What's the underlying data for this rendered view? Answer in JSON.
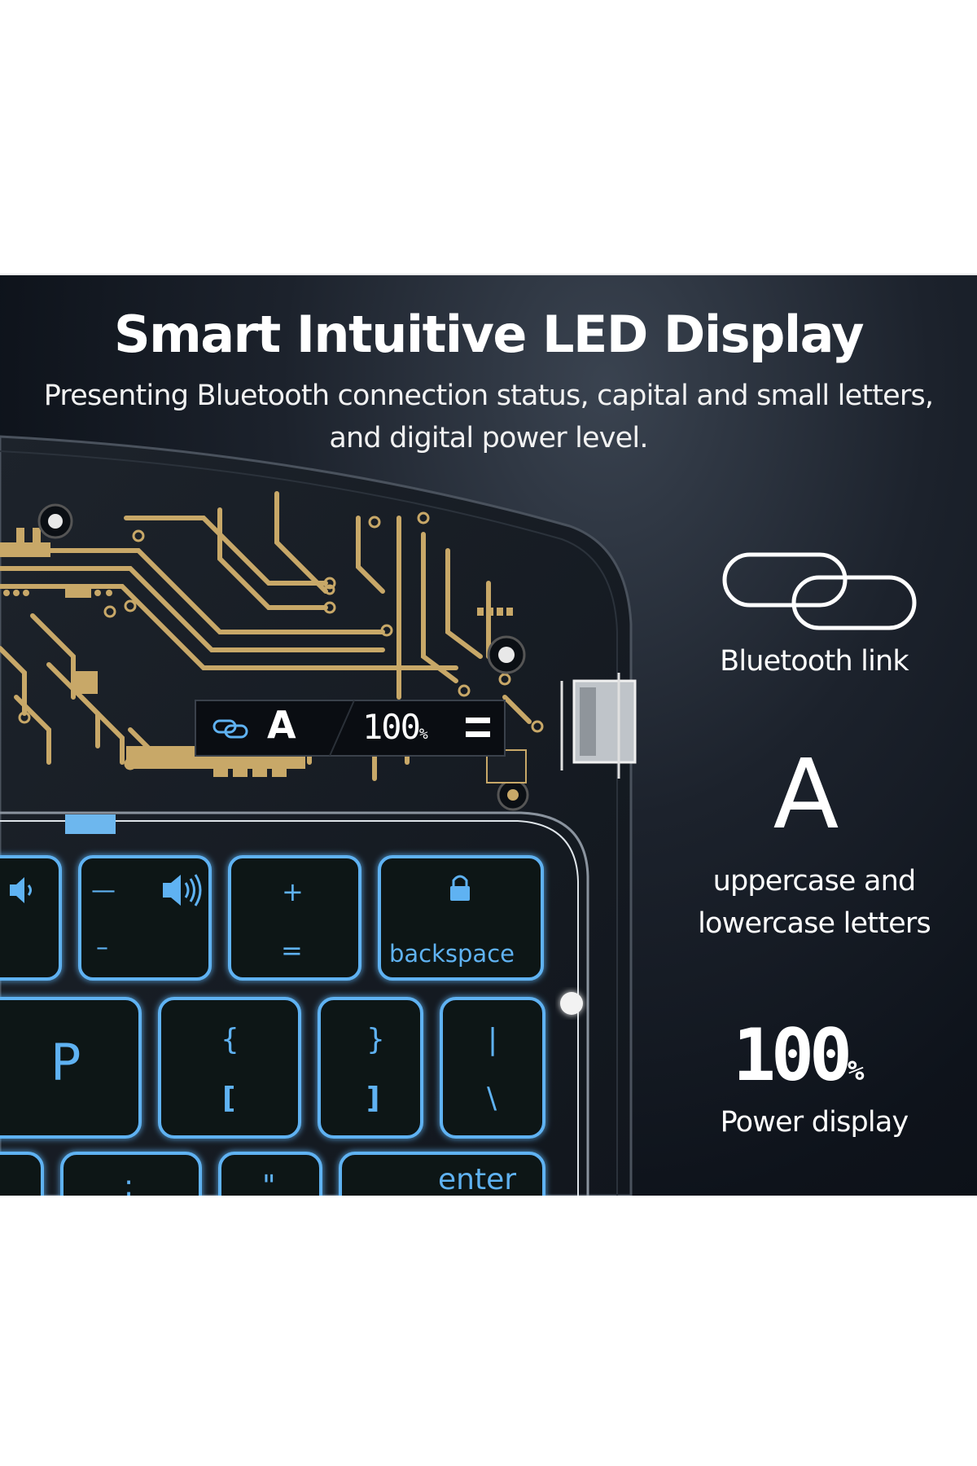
{
  "title": "Smart Intuitive LED Display",
  "subtitle": "Presenting Bluetooth connection status, capital and small letters, and digital power level.",
  "display_panel": {
    "letter": "A",
    "level": "100",
    "level_unit": "%",
    "link_icon": "link-icon",
    "battery_icon": "battery-bars-icon"
  },
  "features": [
    {
      "icon": "chain-link-icon",
      "label": "Bluetooth link"
    },
    {
      "icon_text": "A",
      "label_line1": "uppercase and",
      "label_line2": "lowercase letters"
    },
    {
      "icon_text": "100",
      "icon_unit": "%",
      "label": "Power display"
    }
  ],
  "keys": {
    "volume_down": "volume-down-icon",
    "minus_top": "—",
    "minus_bottom": "–",
    "volume_up": "volume-up-icon",
    "plus": "+",
    "equals": "=",
    "lock": "lock-icon",
    "backspace": "backspace",
    "p": "P",
    "brace_open": "{",
    "bracket_open": "[",
    "brace_close": "}",
    "bracket_close": "]",
    "pipe": "|",
    "backslash": "\\",
    "colon": ":",
    "quote": "\"",
    "enter": "enter"
  },
  "colors": {
    "background": "#10151d",
    "circuit_gold": "#c8a868",
    "key_glow": "#5fb2f2",
    "text": "#ffffff"
  }
}
